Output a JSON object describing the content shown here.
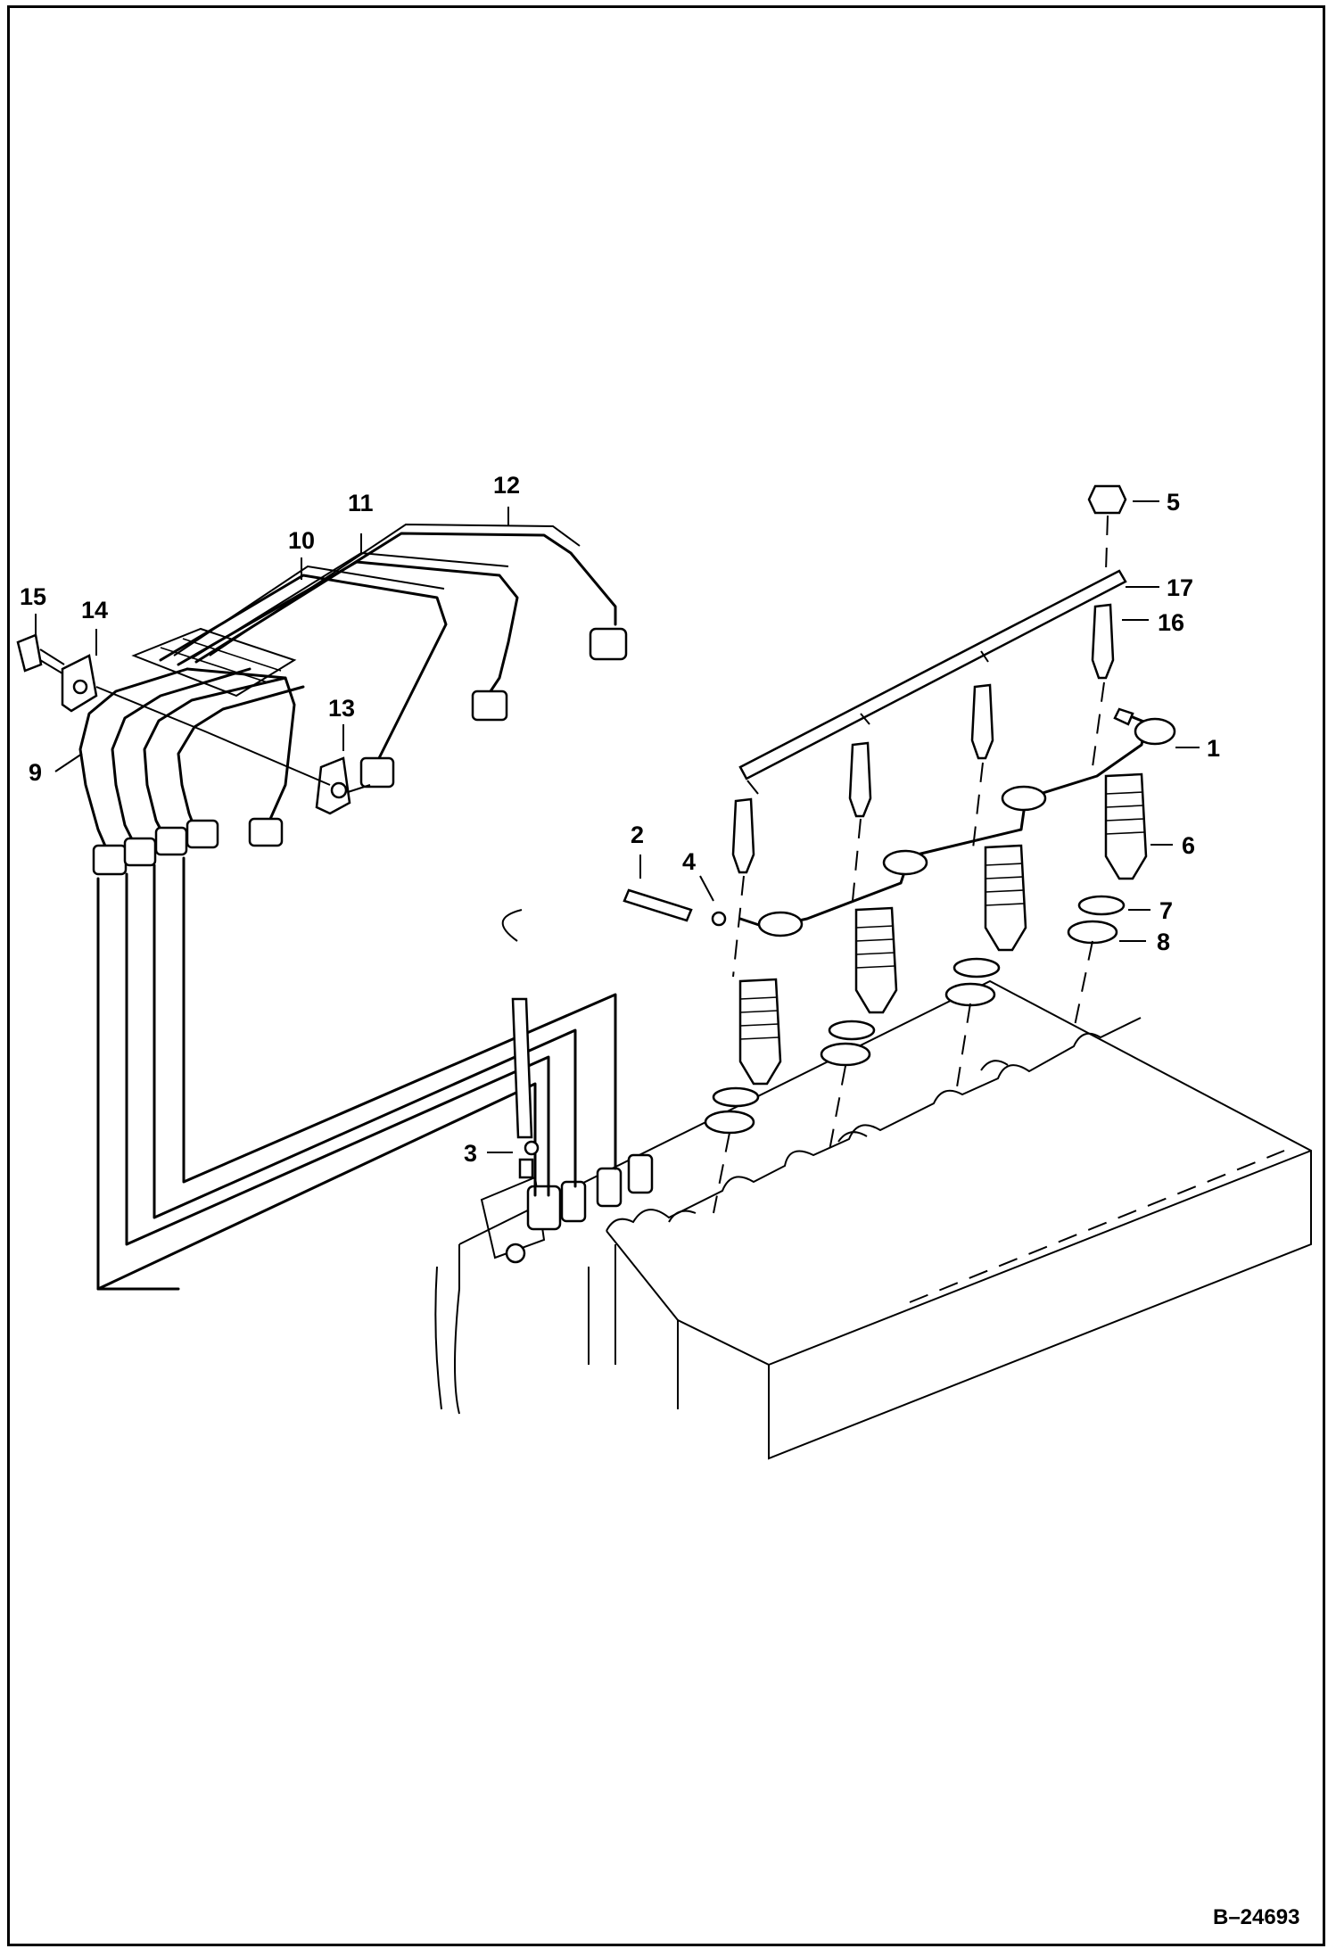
{
  "figure": {
    "reference": "B–24693"
  },
  "callouts": [
    {
      "id": "c1",
      "label": "1"
    },
    {
      "id": "c2",
      "label": "2"
    },
    {
      "id": "c3",
      "label": "3"
    },
    {
      "id": "c4",
      "label": "4"
    },
    {
      "id": "c5",
      "label": "5"
    },
    {
      "id": "c6",
      "label": "6"
    },
    {
      "id": "c7",
      "label": "7"
    },
    {
      "id": "c8",
      "label": "8"
    },
    {
      "id": "c9",
      "label": "9"
    },
    {
      "id": "c10",
      "label": "10"
    },
    {
      "id": "c11",
      "label": "11"
    },
    {
      "id": "c12",
      "label": "12"
    },
    {
      "id": "c13",
      "label": "13"
    },
    {
      "id": "c14",
      "label": "14"
    },
    {
      "id": "c15",
      "label": "15"
    },
    {
      "id": "c16",
      "label": "16"
    },
    {
      "id": "c17",
      "label": "17"
    }
  ],
  "colors": {
    "line": "#000000",
    "background": "#ffffff"
  }
}
